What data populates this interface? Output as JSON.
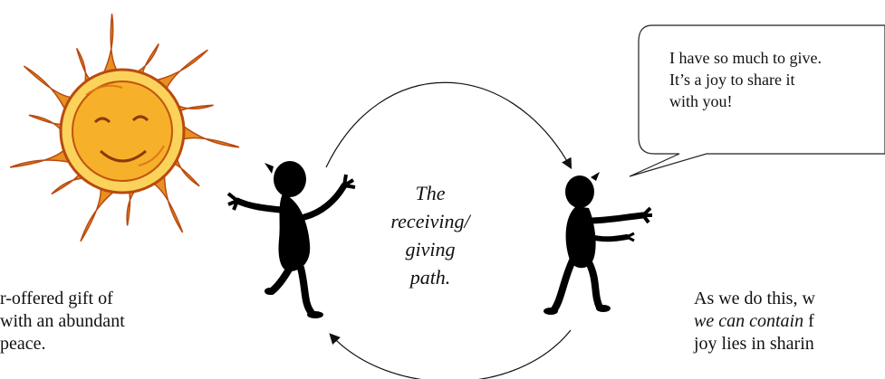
{
  "cycle_label": [
    "The",
    "receiving/",
    "giving",
    "path."
  ],
  "speech_bubble": [
    "I have so much to give.",
    "It’s a joy to share it",
    "with you!"
  ],
  "left_text": [
    "r-offered gift of",
    "with an abundant",
    "peace."
  ],
  "right_text": {
    "line1": "As we do this, w",
    "line2_italic": "we can contain",
    "line2_rest": " f",
    "line3": "joy lies in sharin"
  },
  "colors": {
    "sun_ray": "#e89020",
    "sun_core": "#f7b02a",
    "sun_outline": "#b84a10",
    "figure": "#000000"
  },
  "icons": [
    "sun-icon",
    "receiving-figure-icon",
    "giving-figure-icon"
  ]
}
